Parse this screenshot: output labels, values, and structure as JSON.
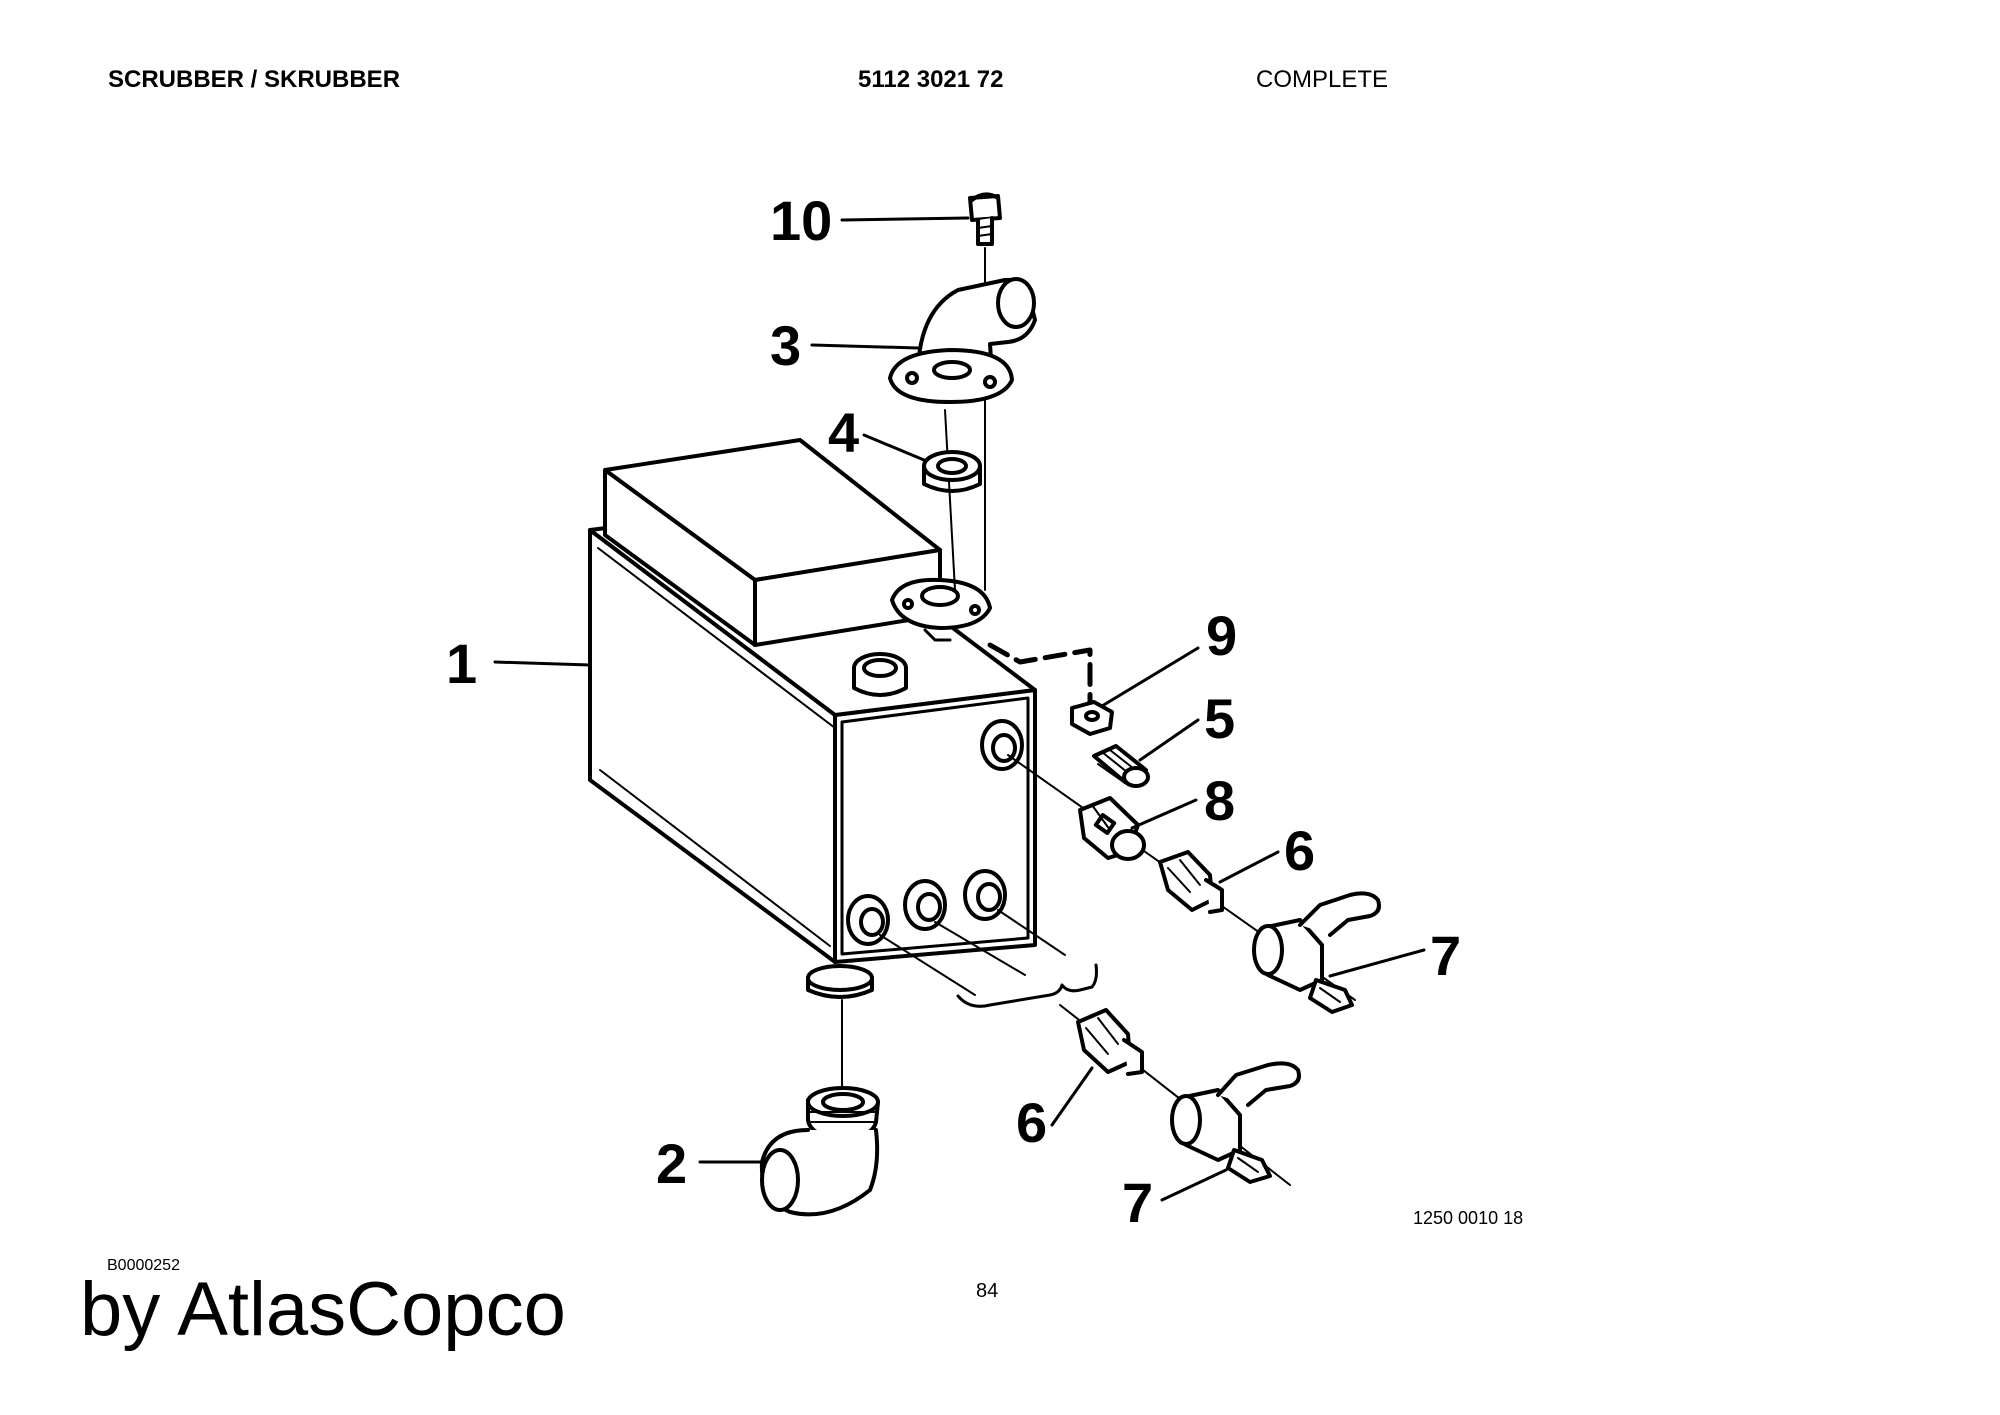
{
  "header": {
    "title": "SCRUBBER / SKRUBBER",
    "part_number": "5112 3021 72",
    "description": "COMPLETE"
  },
  "diagram": {
    "callouts": [
      "10",
      "3",
      "4",
      "1",
      "9",
      "5",
      "8",
      "6",
      "7",
      "2",
      "6",
      "7"
    ]
  },
  "footer": {
    "figure_ref": "1250 0010 18",
    "doc_code": "B0000252",
    "page_number": "84",
    "brand": "by AtlasCopco"
  }
}
